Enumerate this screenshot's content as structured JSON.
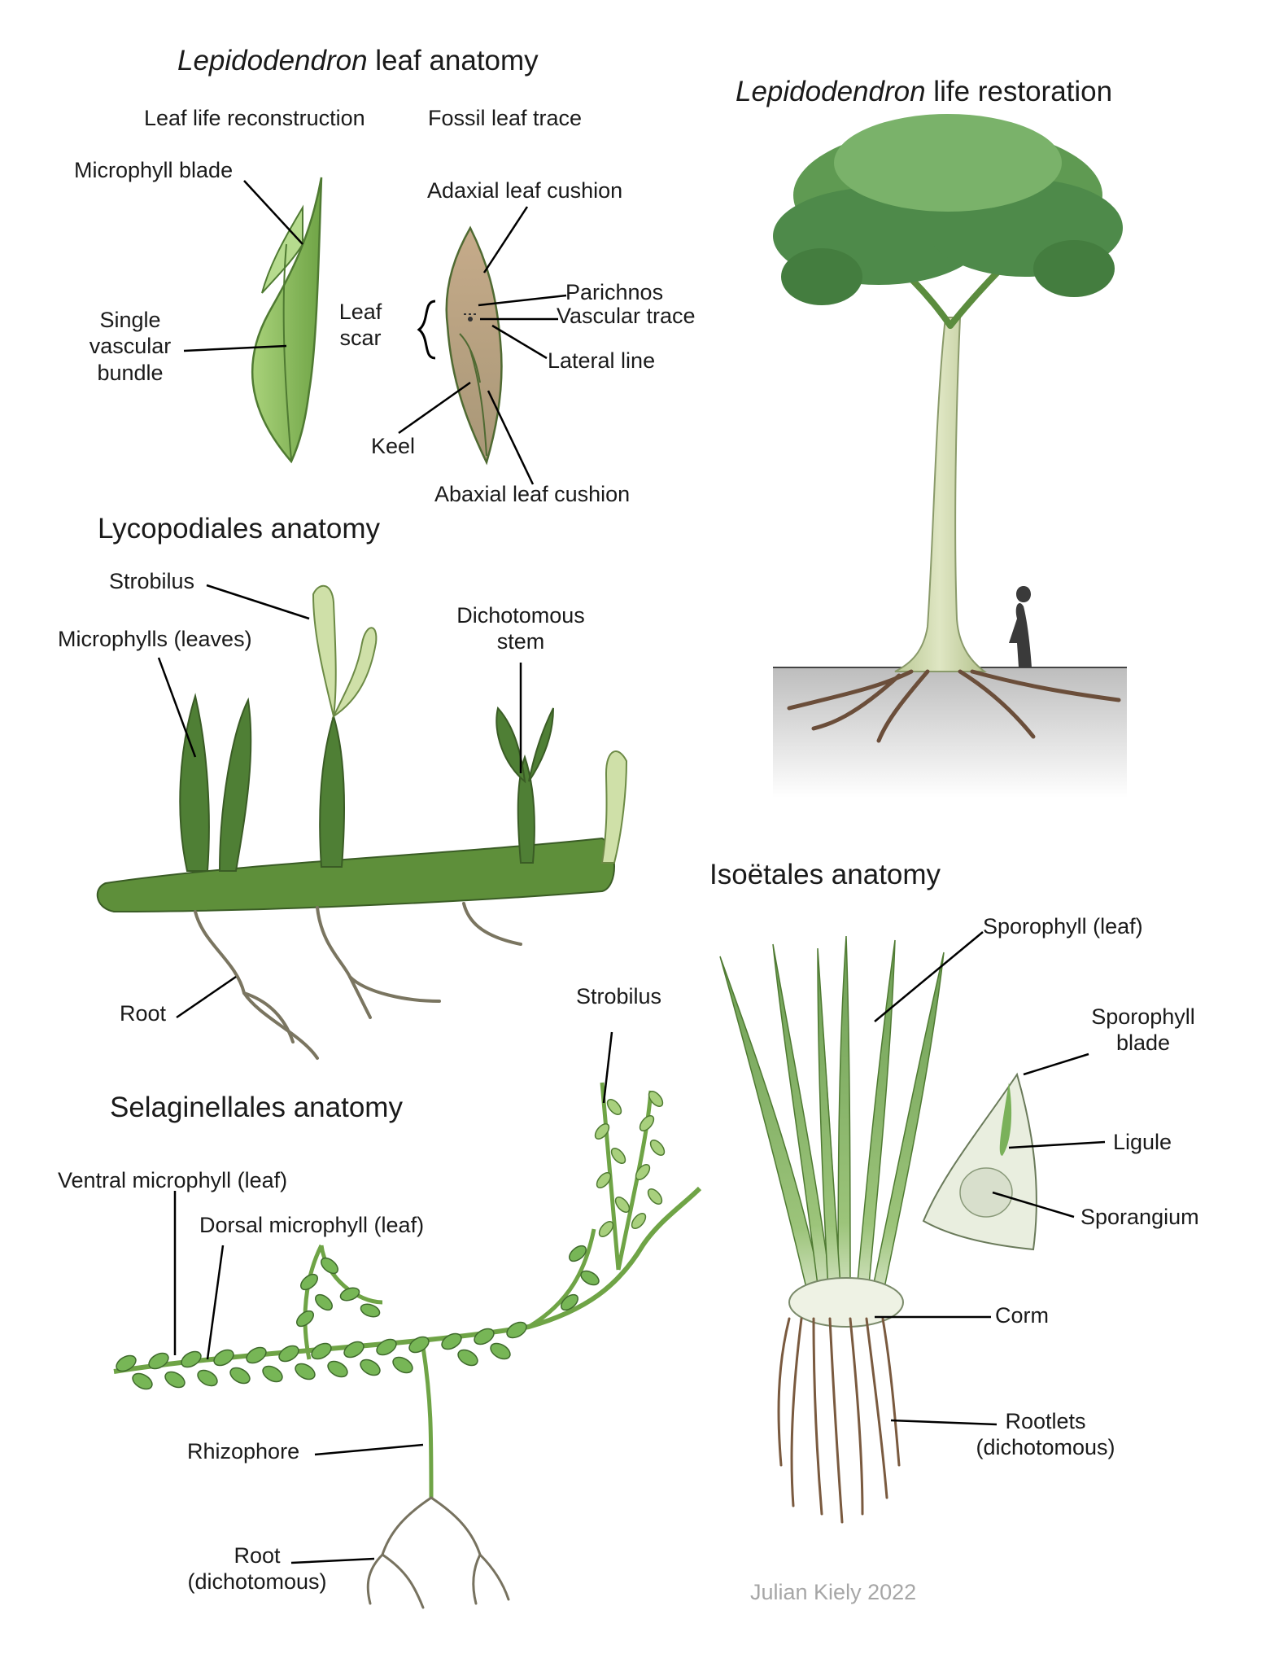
{
  "leaf_anatomy": {
    "title_italic": "Lepidodendron",
    "title_rest": " leaf anatomy",
    "col_life": "Leaf life reconstruction",
    "col_fossil": "Fossil leaf trace",
    "labels": {
      "microphyll_blade": "Microphyll blade",
      "single_vascular_bundle": [
        "Single",
        "vascular",
        "bundle"
      ],
      "adaxial_leaf_cushion": "Adaxial leaf cushion",
      "leaf_scar": [
        "Leaf",
        "scar"
      ],
      "parichnos": "Parichnos",
      "vascular_trace": "Vascular trace",
      "lateral_line": "Lateral line",
      "keel": "Keel",
      "abaxial_leaf_cushion": "Abaxial leaf cushion"
    }
  },
  "life_restoration": {
    "title_italic": "Lepidodendron",
    "title_rest": " life restoration"
  },
  "lycopodiales": {
    "title": "Lycopodiales anatomy",
    "labels": {
      "strobilus": "Strobilus",
      "microphylls": "Microphylls (leaves)",
      "dichotomous_stem": [
        "Dichotomous",
        "stem"
      ],
      "root": "Root"
    }
  },
  "isoetales": {
    "title": "Isoëtales anatomy",
    "labels": {
      "sporophyll_leaf": "Sporophyll (leaf)",
      "sporophyll_blade": [
        "Sporophyll",
        "blade"
      ],
      "ligule": "Ligule",
      "sporangium": "Sporangium",
      "corm": "Corm",
      "rootlets": [
        "Rootlets",
        "(dichotomous)"
      ]
    }
  },
  "selaginellales": {
    "title": "Selaginellales anatomy",
    "labels": {
      "strobilus": "Strobilus",
      "ventral_microphyll": "Ventral microphyll (leaf)",
      "dorsal_microphyll": "Dorsal microphyll (leaf)",
      "rhizophore": "Rhizophore",
      "root": [
        "Root",
        "(dichotomous)"
      ]
    }
  },
  "credit": "Julian Kiely 2022",
  "colors": {
    "leaf_green": "#8fc35e",
    "dark_green": "#3f6a2c",
    "foliage": "#4e8a4a",
    "trunk": "#c9d6a8",
    "fossil_brown": "#b49a7c",
    "ground_gray": "#d8d8d8",
    "corm_white": "#e8ecdf",
    "root_brown": "#7a5a3f",
    "credit_gray": "#a6a6a6"
  }
}
